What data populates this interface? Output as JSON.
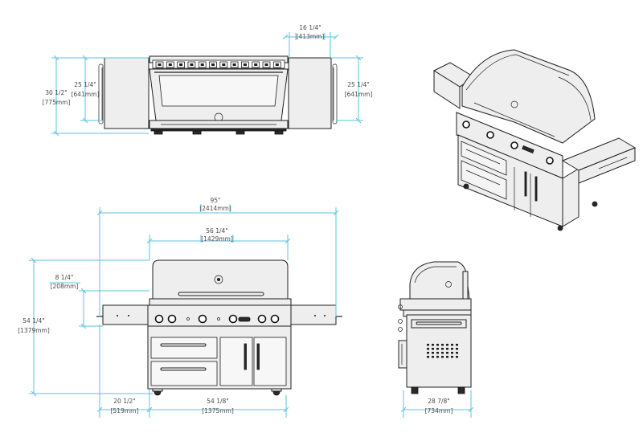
{
  "dimensions": {
    "top_depth_closed": {
      "imperial": "16 1/4\"",
      "metric": "413mm"
    },
    "top_overall_depth": {
      "imperial": "30 1/2\"",
      "metric": "775mm"
    },
    "top_shelf_depth_left": {
      "imperial": "25 1/4\"",
      "metric": "641mm"
    },
    "top_shelf_depth_right": {
      "imperial": "25 1/4\"",
      "metric": "641mm"
    },
    "front_overall_width": {
      "imperial": "95\"",
      "metric": "2414mm"
    },
    "front_hood_width": {
      "imperial": "56 1/4\"",
      "metric": "1429mm"
    },
    "front_hood_height": {
      "imperial": "8 1/4\"",
      "metric": "208mm"
    },
    "front_overall_height": {
      "imperial": "54 1/4\"",
      "metric": "1379mm"
    },
    "front_shelf_width": {
      "imperial": "20 1/2\"",
      "metric": "519mm"
    },
    "front_cart_width": {
      "imperial": "54 1/8\"",
      "metric": "1375mm"
    },
    "side_depth": {
      "imperial": "28 7/8\"",
      "metric": "734mm"
    }
  },
  "colors": {
    "dimension_line": "#59c3dc",
    "outline": "#1f1f1f",
    "text": "#4a4a4a"
  }
}
